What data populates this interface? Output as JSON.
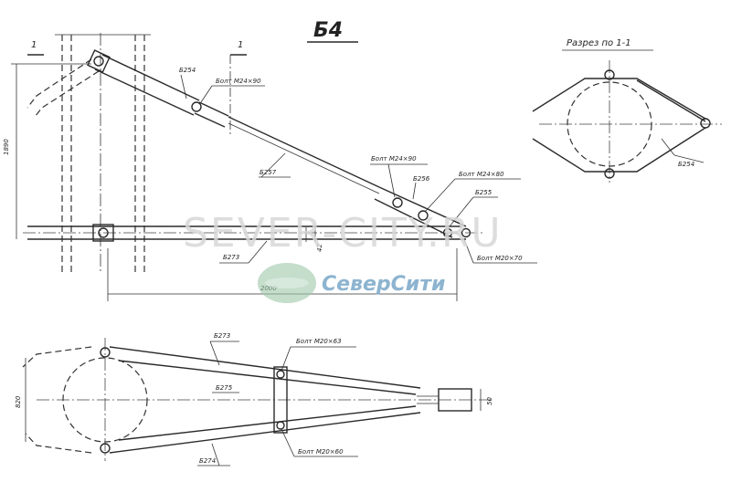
{
  "title": "Б4",
  "section_title": "Разрез по 1-1",
  "section_marks": [
    "1",
    "1"
  ],
  "labels": {
    "b254_top": "Б254",
    "bolt_m24x90_top": "Болт М24×90",
    "b257": "Б257",
    "bolt_m24x90_mid": "Болт М24×90",
    "b256": "Б256",
    "bolt_m24x80": "Болт М24×80",
    "b255": "Б255",
    "bolt_m20x70": "Болт М20×70",
    "b273_side": "Б273",
    "b254_section": "Б254",
    "b273_plan": "Б273",
    "bolt_m20x63": "Болт М20×63",
    "b275": "Б275",
    "bolt_m20x60": "Болт М20×60",
    "b274": "Б274"
  },
  "dimensions": {
    "height_left": "1890",
    "length_bottom": "2000",
    "width_plan": "820",
    "small_right": "50",
    "small_mid": "42"
  },
  "watermark": {
    "site": "SEVER-CITY.RU",
    "brand": "СеверСити"
  }
}
